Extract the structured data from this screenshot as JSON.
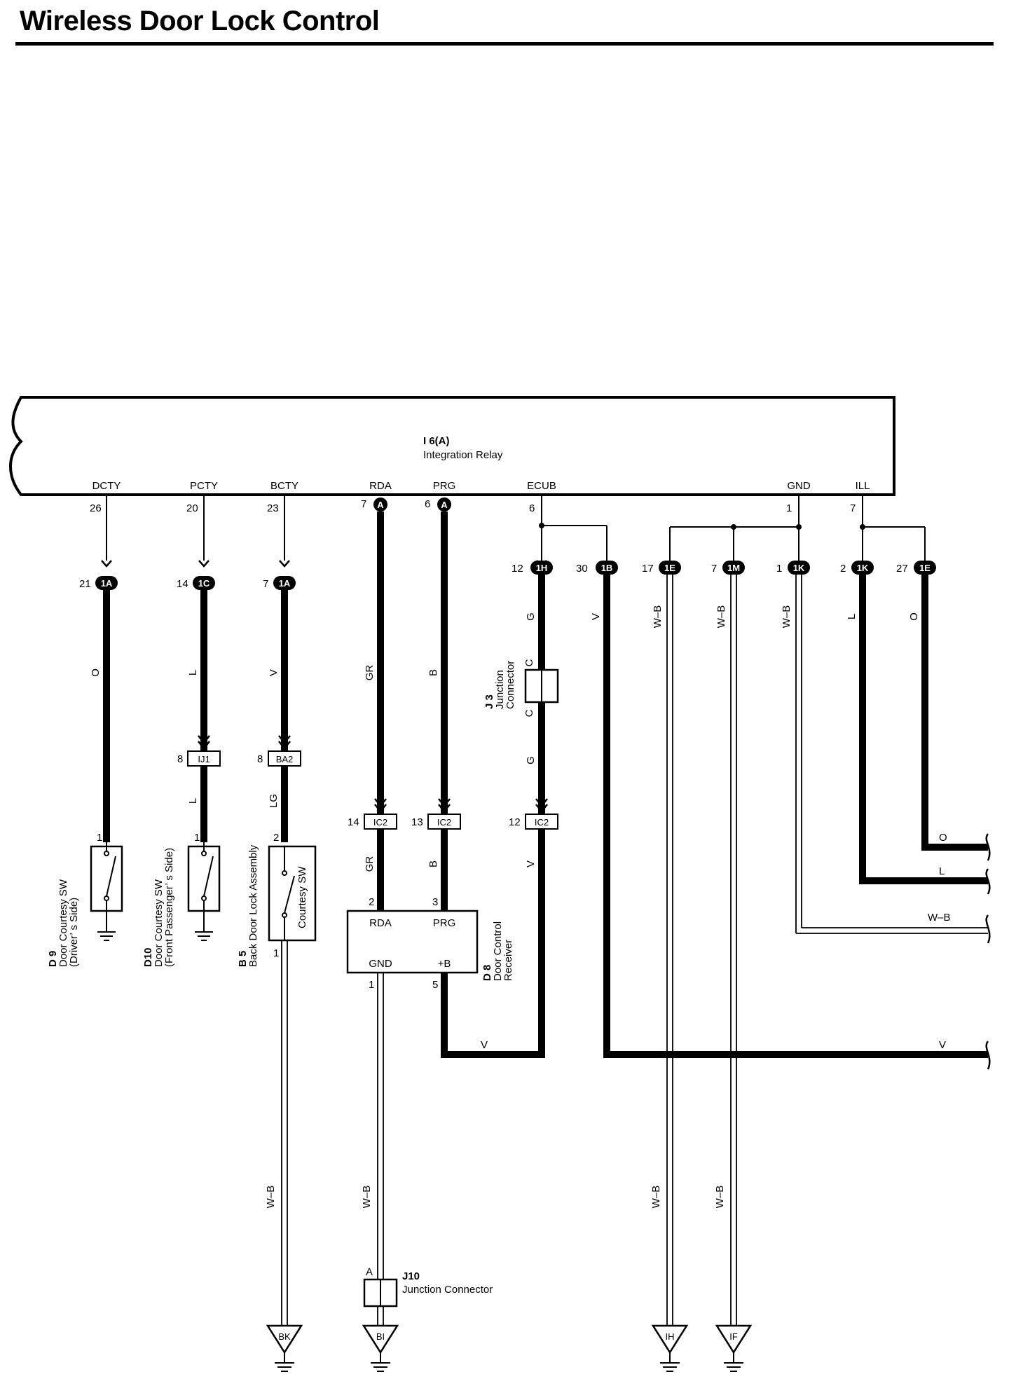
{
  "title": "Wireless Door Lock Control",
  "relay": {
    "id": "I 6(A)",
    "name": "Integration Relay",
    "pins": [
      {
        "label": "DCTY",
        "num": "26"
      },
      {
        "label": "PCTY",
        "num": "20"
      },
      {
        "label": "BCTY",
        "num": "23"
      },
      {
        "label": "RDA",
        "num": "7",
        "conn": "A"
      },
      {
        "label": "PRG",
        "num": "6",
        "conn": "A"
      },
      {
        "label": "ECUB",
        "num": "6"
      },
      {
        "label": "GND",
        "num": "1"
      },
      {
        "label": "ILL",
        "num": "7"
      }
    ]
  },
  "junction_blocks": [
    {
      "num": "21",
      "code": "1A"
    },
    {
      "num": "14",
      "code": "1C"
    },
    {
      "num": "7",
      "code": "1A"
    },
    {
      "num": "12",
      "code": "1H"
    },
    {
      "num": "30",
      "code": "1B"
    },
    {
      "num": "17",
      "code": "1E"
    },
    {
      "num": "7",
      "code": "1M"
    },
    {
      "num": "1",
      "code": "1K"
    },
    {
      "num": "2",
      "code": "1K"
    },
    {
      "num": "27",
      "code": "1E"
    }
  ],
  "inline_connectors": [
    {
      "num": "8",
      "code": "IJ1"
    },
    {
      "num": "8",
      "code": "BA2"
    },
    {
      "num": "14",
      "code": "IC2"
    },
    {
      "num": "13",
      "code": "IC2"
    },
    {
      "num": "12",
      "code": "IC2"
    }
  ],
  "wire_colors": {
    "dcty": "O",
    "pcty_upper": "L",
    "pcty_lower": "L",
    "bcty_upper": "V",
    "bcty_lower": "LG",
    "rda_upper": "GR",
    "rda_lower": "GR",
    "prg_upper": "B",
    "prg_lower": "B",
    "ecub_upper": "G",
    "ecub_lower": "G",
    "ecub_bottom": "V",
    "v_30": "V",
    "wb_17": "W–B",
    "wb_7": "W–B",
    "wb_1": "W–B",
    "l_2": "L",
    "o_27": "O",
    "b5_ground": "W–B",
    "d8_ground": "W–B",
    "wb_17_lower": "W–B",
    "wb_7_lower": "W–B",
    "out_o": "O",
    "out_l": "L",
    "out_wb": "W–B",
    "out_v": "V",
    "d8_v": "V"
  },
  "j3": {
    "id": "J 3",
    "name1": "Junction",
    "name2": "Connector",
    "pin_top": "C",
    "pin_bottom": "C"
  },
  "components": {
    "d9": {
      "id": "D 9",
      "line1": "Door Courtesy SW",
      "line2": "(Driver’ s Side)",
      "pin": "1"
    },
    "d10": {
      "id": "D10",
      "line1": "Door Courtesy SW",
      "line2": "(Front Passenger’ s Side)",
      "pin": "1"
    },
    "b5": {
      "id": "B 5",
      "line1": "Back Door Lock Assembly",
      "inner": "Courtesy SW",
      "pin_top": "2",
      "pin_bottom": "1"
    },
    "d8": {
      "id": "D 8",
      "line1": "Door Control",
      "line2": "Receiver",
      "rda": "RDA",
      "prg": "PRG",
      "gnd": "GND",
      "b": "+B",
      "pin_rda": "2",
      "pin_prg": "3",
      "pin_gnd": "1",
      "pin_b": "5"
    },
    "j10": {
      "id": "J10",
      "name": "Junction Connector",
      "pin": "A"
    }
  },
  "grounds": [
    "BK",
    "BI",
    "IH",
    "IF"
  ],
  "colors": {
    "line": "#000000",
    "background": "#ffffff"
  }
}
